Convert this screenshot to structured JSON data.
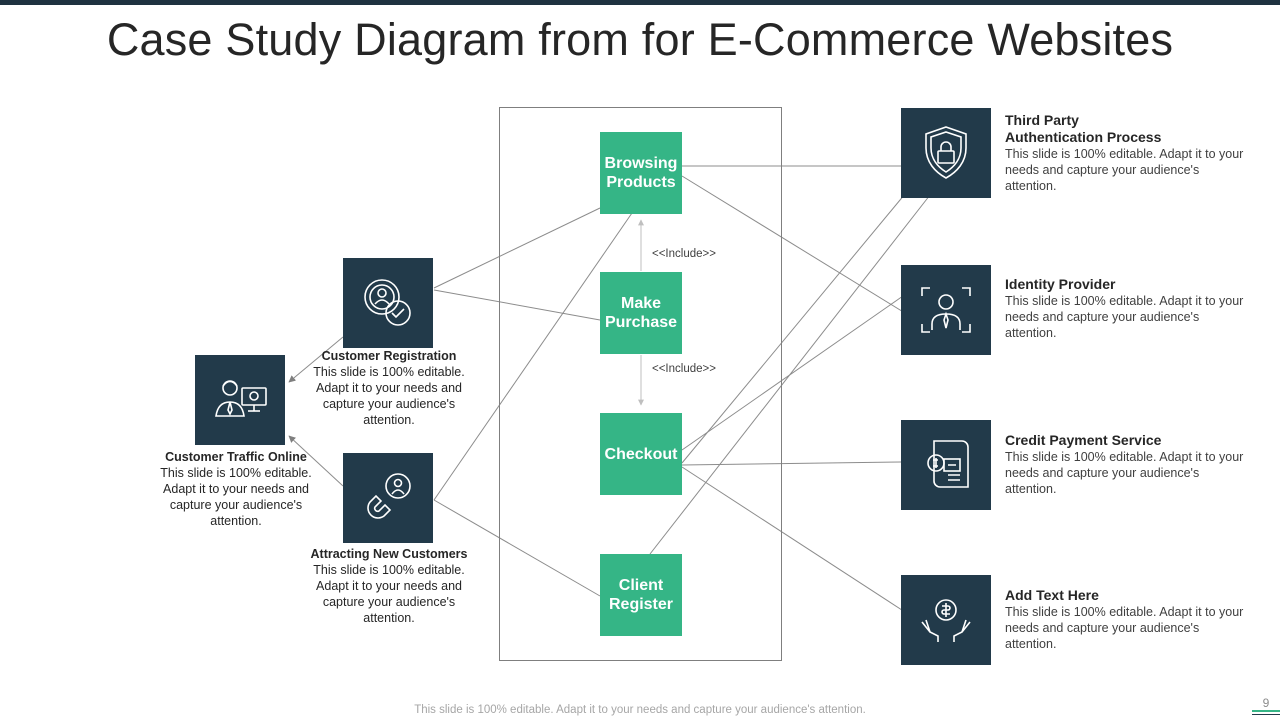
{
  "title": "Case Study Diagram from for E-Commerce Websites",
  "use_cases": {
    "browsing": "Browsing Products",
    "purchase": "Make Purchase",
    "checkout": "Checkout",
    "register": "Client Register"
  },
  "include_labels": [
    "<<Include>>",
    "<<Include>>"
  ],
  "left_actors": {
    "traffic": {
      "title": "Customer Traffic Online",
      "desc": "This slide is 100% editable. Adapt it to your needs and capture your audience's attention."
    },
    "registration": {
      "title": "Customer Registration",
      "desc": "This slide is 100% editable. Adapt it to your needs and capture your audience's attention."
    },
    "attracting": {
      "title": "Attracting New Customers",
      "desc": "This slide is 100% editable. Adapt it to your needs and capture your audience's attention."
    }
  },
  "right_actors": [
    {
      "title": "Third Party Authentication Process",
      "desc": "This slide is 100% editable. Adapt it to your needs and capture your audience's attention.",
      "icon": "shield-lock-icon"
    },
    {
      "title": "Identity Provider",
      "desc": "This slide is 100% editable. Adapt it to your needs and capture your audience's attention.",
      "icon": "person-focus-icon"
    },
    {
      "title": "Credit Payment Service",
      "desc": "This slide is 100% editable. Adapt it to your needs and capture your audience's attention.",
      "icon": "payment-receipt-icon"
    },
    {
      "title": "Add Text Here",
      "desc": "This slide is 100% editable. Adapt it to your needs and capture your audience's attention.",
      "icon": "hands-dollar-icon"
    }
  ],
  "footer": "This slide is 100% editable. Adapt it to your needs and capture your audience's attention.",
  "page_number": "9",
  "colors": {
    "accent": "#35b586",
    "dark": "#223a4a",
    "line": "#7f7f7f"
  }
}
